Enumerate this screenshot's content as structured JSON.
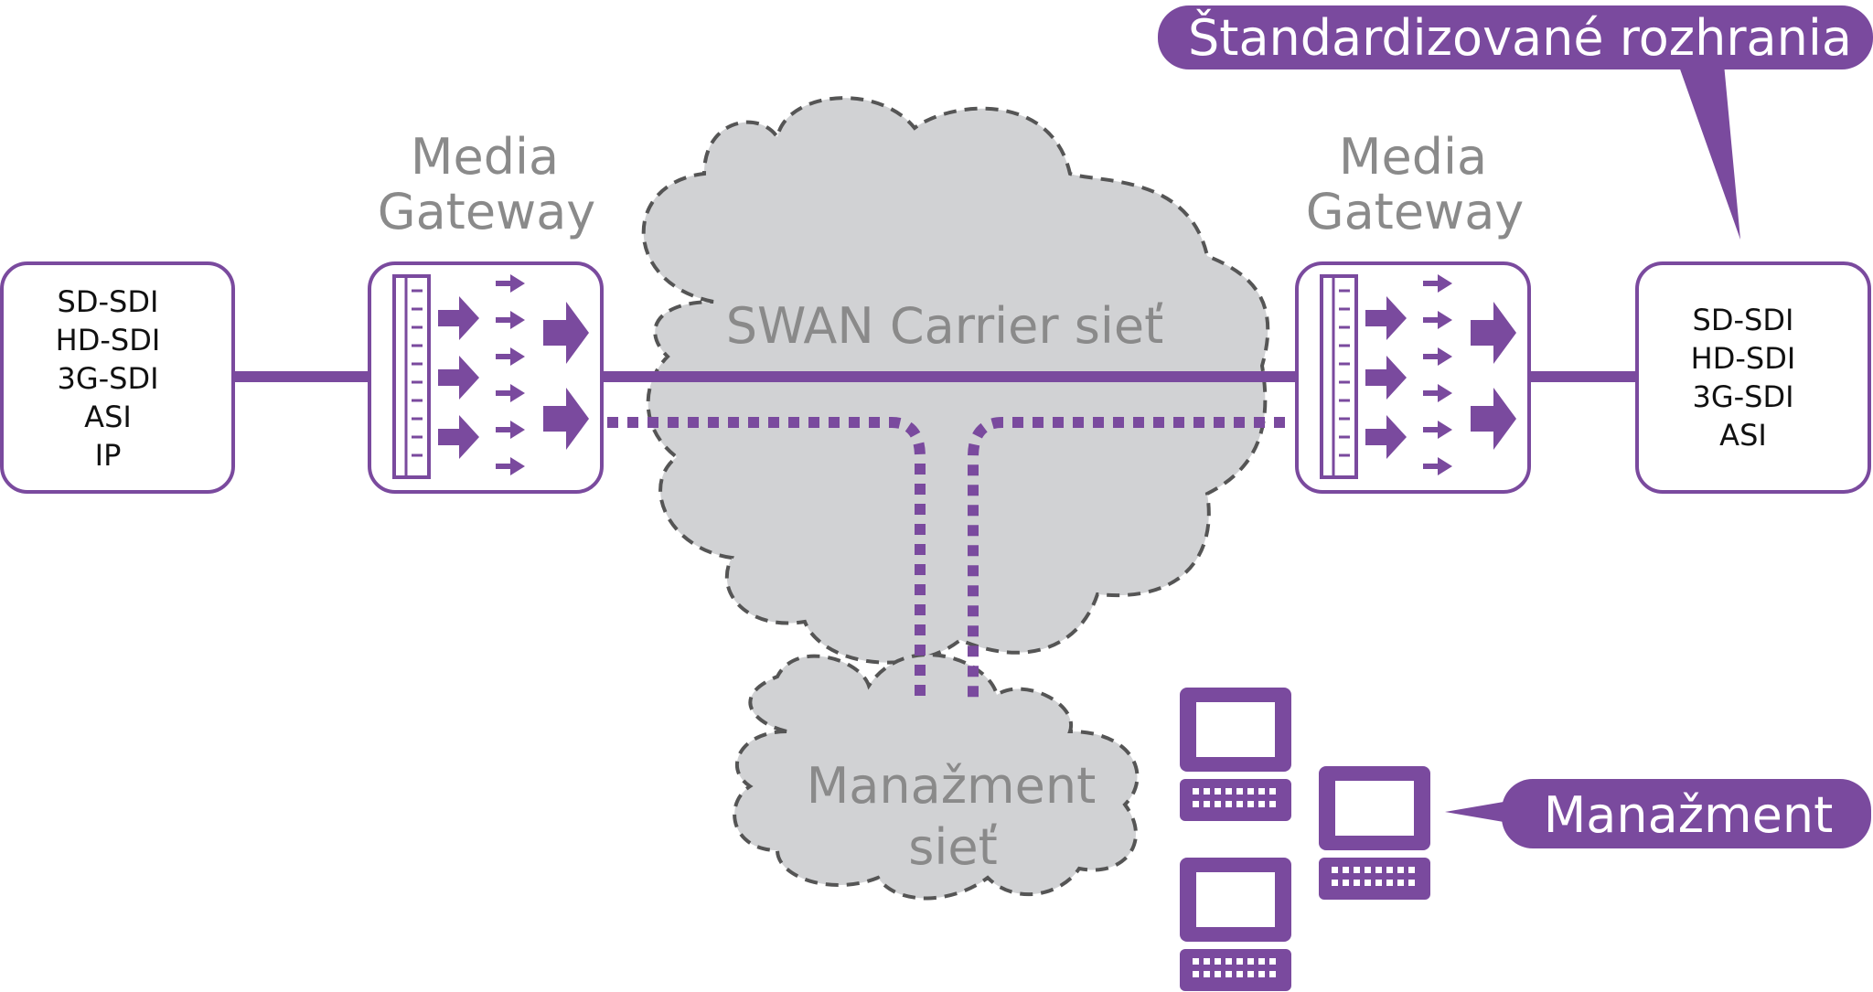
{
  "colors": {
    "accent": "#7a4a9e",
    "cloud_fill": "#d1d2d4",
    "cloud_stroke": "#555555",
    "label_gray": "#8a8a8a"
  },
  "left_box": {
    "lines": [
      "SD-SDI",
      "HD-SDI",
      "3G-SDI",
      "ASI",
      "IP"
    ]
  },
  "right_box": {
    "lines": [
      "SD-SDI",
      "HD-SDI",
      "3G-SDI",
      "ASI"
    ]
  },
  "gateway_left": {
    "line1": "Media",
    "line2": "Gateway"
  },
  "gateway_right": {
    "line1": "Media",
    "line2": "Gateway"
  },
  "carrier_cloud": {
    "label": "SWAN Carrier sieť"
  },
  "mgmt_cloud": {
    "line1": "Manažment",
    "line2": "sieť"
  },
  "callouts": {
    "interfaces": "Štandardizované rozhrania",
    "management": "Manažment"
  },
  "icons": [
    "media-gateway-icon",
    "computer-terminal-icon",
    "cloud-icon"
  ]
}
